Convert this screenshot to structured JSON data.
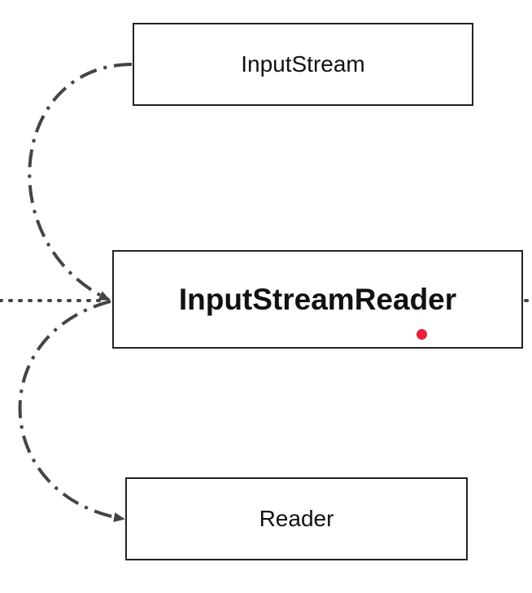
{
  "nodes": {
    "input_stream": "InputStream",
    "input_stream_reader": "InputStreamReader",
    "reader": "Reader"
  },
  "colors": {
    "edge": "#444444",
    "border": "#222222",
    "marker": "#e8203a"
  }
}
